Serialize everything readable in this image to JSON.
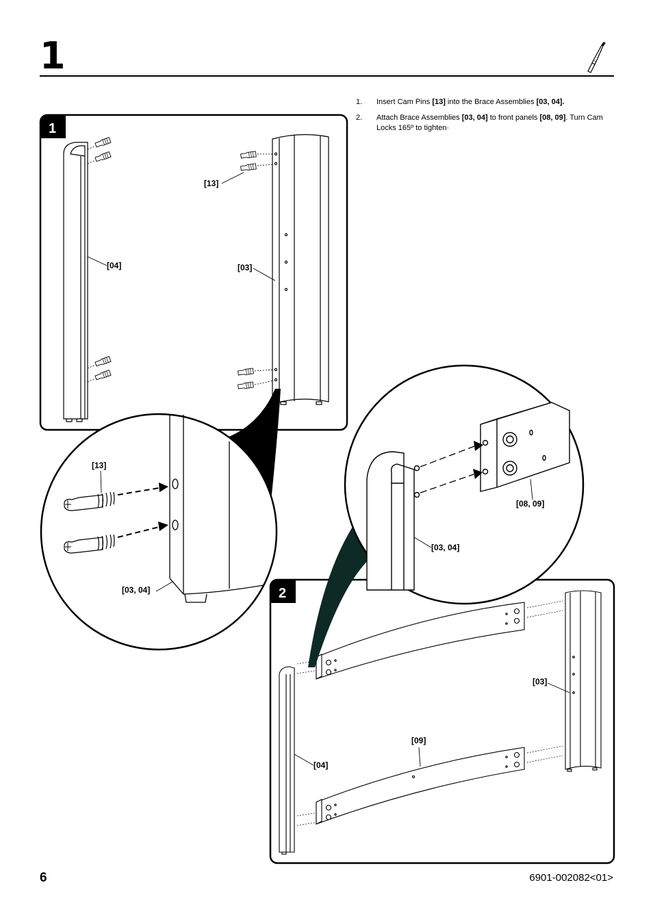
{
  "header": {
    "step_number": "1"
  },
  "instructions": [
    {
      "num": "1.",
      "parts": [
        [
          "Insert Cam Pins ",
          false
        ],
        [
          "[13]",
          true
        ],
        [
          " into the Brace Assemblies ",
          false
        ],
        [
          "[03, 04].",
          true
        ]
      ]
    },
    {
      "num": "2.",
      "parts": [
        [
          "Attach Brace Assemblies ",
          false
        ],
        [
          "[03, 04]",
          true
        ],
        [
          " to front panels ",
          false
        ],
        [
          "[08, 09]",
          true
        ],
        [
          ". Turn Cam Locks 165º to tighten·",
          false
        ]
      ]
    }
  ],
  "panels": {
    "panel1": {
      "badge": "1",
      "labels": {
        "p04": "[04]",
        "p13": "[13]",
        "p03": "[03]"
      }
    },
    "zoom1": {
      "labels": {
        "p13": "[13]",
        "p0304": "[03, 04]"
      }
    },
    "zoom2": {
      "labels": {
        "p0809": "[08, 09]",
        "p0304": "[03, 04]"
      }
    },
    "panel2": {
      "badge": "2",
      "labels": {
        "p03": "[03]",
        "p09": "[09]",
        "p04": "[04]"
      }
    }
  },
  "footer": {
    "page_number": "6",
    "doc_code": "6901-002082<01>"
  }
}
